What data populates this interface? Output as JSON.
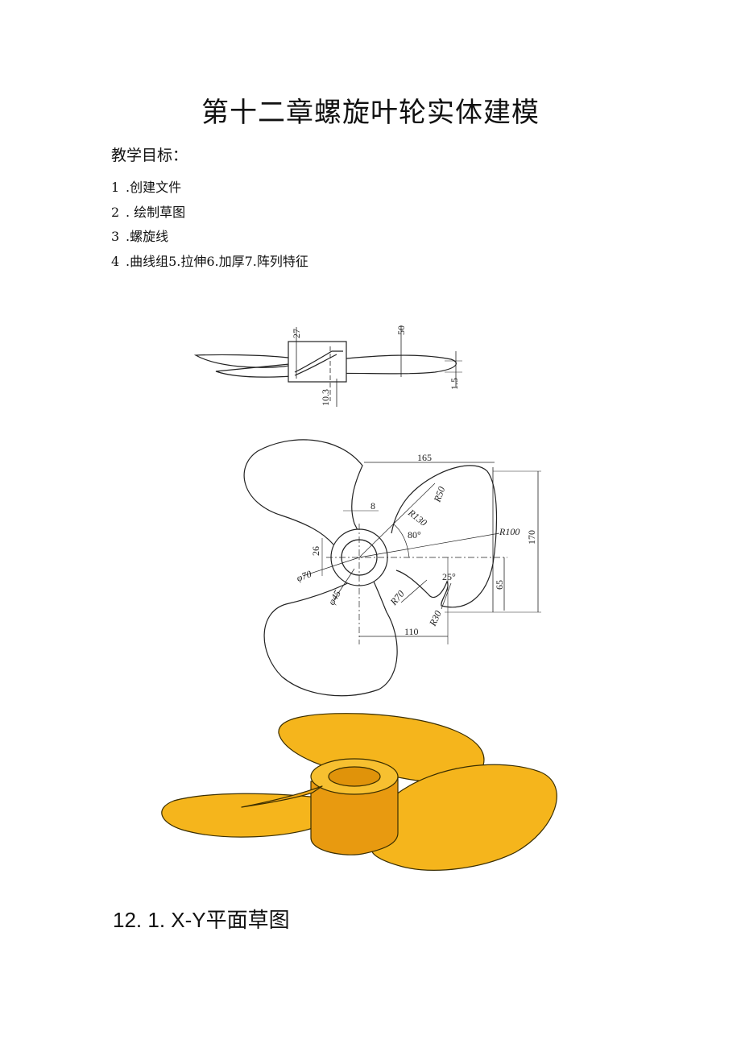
{
  "document": {
    "title": "第十二章螺旋叶轮实体建模",
    "goals_heading": "教学目标：",
    "goals": [
      {
        "num": "1",
        "text": ".创建文件"
      },
      {
        "num": "2",
        "text": ". 绘制草图"
      },
      {
        "num": "3",
        "text": ".螺旋线"
      },
      {
        "num": "4",
        "text": ".曲线组5.拉伸6.加厚7.阵列特征"
      }
    ],
    "section_heading": "12. 1. X-Y平面草图"
  },
  "figures": {
    "side_view": {
      "dims": {
        "d27": "27",
        "d50": "50",
        "d1_5": "1.5",
        "d10_3": "10.3"
      }
    },
    "front_view": {
      "dims": {
        "d165": "165",
        "r50": "R50",
        "r130": "R130",
        "d8": "8",
        "a80": "80°",
        "r100": "R100",
        "d170": "170",
        "d26": "26",
        "phi70": "φ70",
        "phi45": "φ45",
        "r70": "R70",
        "a25": "25°",
        "d65": "65",
        "r30": "R30",
        "d110": "110"
      }
    },
    "render_3d": {
      "fill_color": "#F5B51C",
      "edge_color": "#2a2200"
    }
  }
}
